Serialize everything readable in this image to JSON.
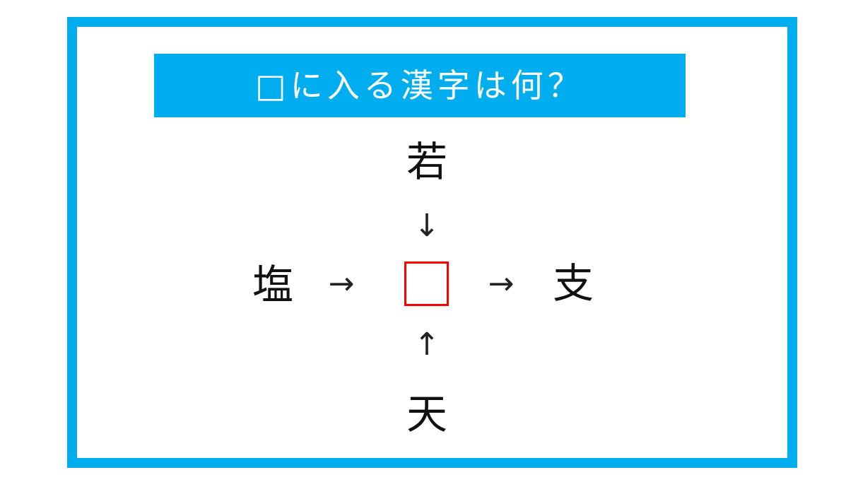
{
  "title": "□に入る漢字は何？",
  "puzzle": {
    "top": "若",
    "left": "塩",
    "right": "支",
    "bottom": "天",
    "arrows": {
      "top_to_center": "↓",
      "left_to_center": "→",
      "center_to_right": "→",
      "bottom_to_center": "↑"
    },
    "blank_border_color": "#ff0000"
  },
  "colors": {
    "frame": "#00aeef",
    "banner": "#00aeef",
    "banner_text": "#ffffff",
    "kanji": "#111111"
  }
}
